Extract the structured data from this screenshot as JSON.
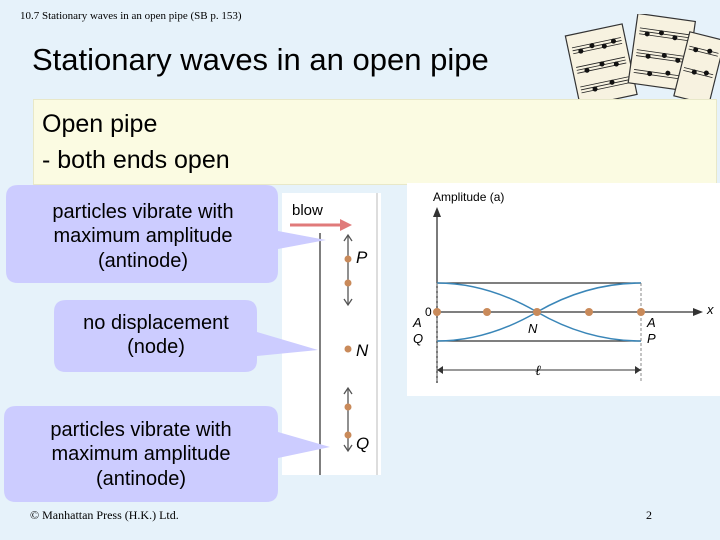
{
  "header": {
    "section": "10.7 Stationary waves in an open pipe (SB p. 153)"
  },
  "title": "Stationary waves in an open pipe",
  "textbox": {
    "line1": "Open pipe",
    "line2": "- both ends open"
  },
  "callouts": {
    "top": [
      "particles vibrate with",
      "maximum amplitude",
      "(antinode)"
    ],
    "middle": [
      "no displacement",
      "(node)"
    ],
    "bottom": [
      "particles vibrate with",
      "maximum amplitude",
      "(antinode)"
    ]
  },
  "pipe_figure": {
    "blow_label": "blow",
    "labels": {
      "p": "P",
      "n": "N",
      "q": "Q"
    }
  },
  "graph_figure": {
    "y_axis_label": "Amplitude (a)",
    "x_axis_label": "x",
    "origin_label": "0",
    "length_label": "ℓ",
    "point_labels": {
      "a_left": "A",
      "q": "Q",
      "n": "N",
      "a_right": "A",
      "p": "P"
    }
  },
  "footer": {
    "copyright": "© Manhattan Press (H.K.) Ltd.",
    "page_number": "2"
  },
  "colors": {
    "callout_fill": "#ccccff",
    "wave_blue": "#3a86b8",
    "bead": "#c98a5a",
    "background": "#e6f2fa"
  }
}
